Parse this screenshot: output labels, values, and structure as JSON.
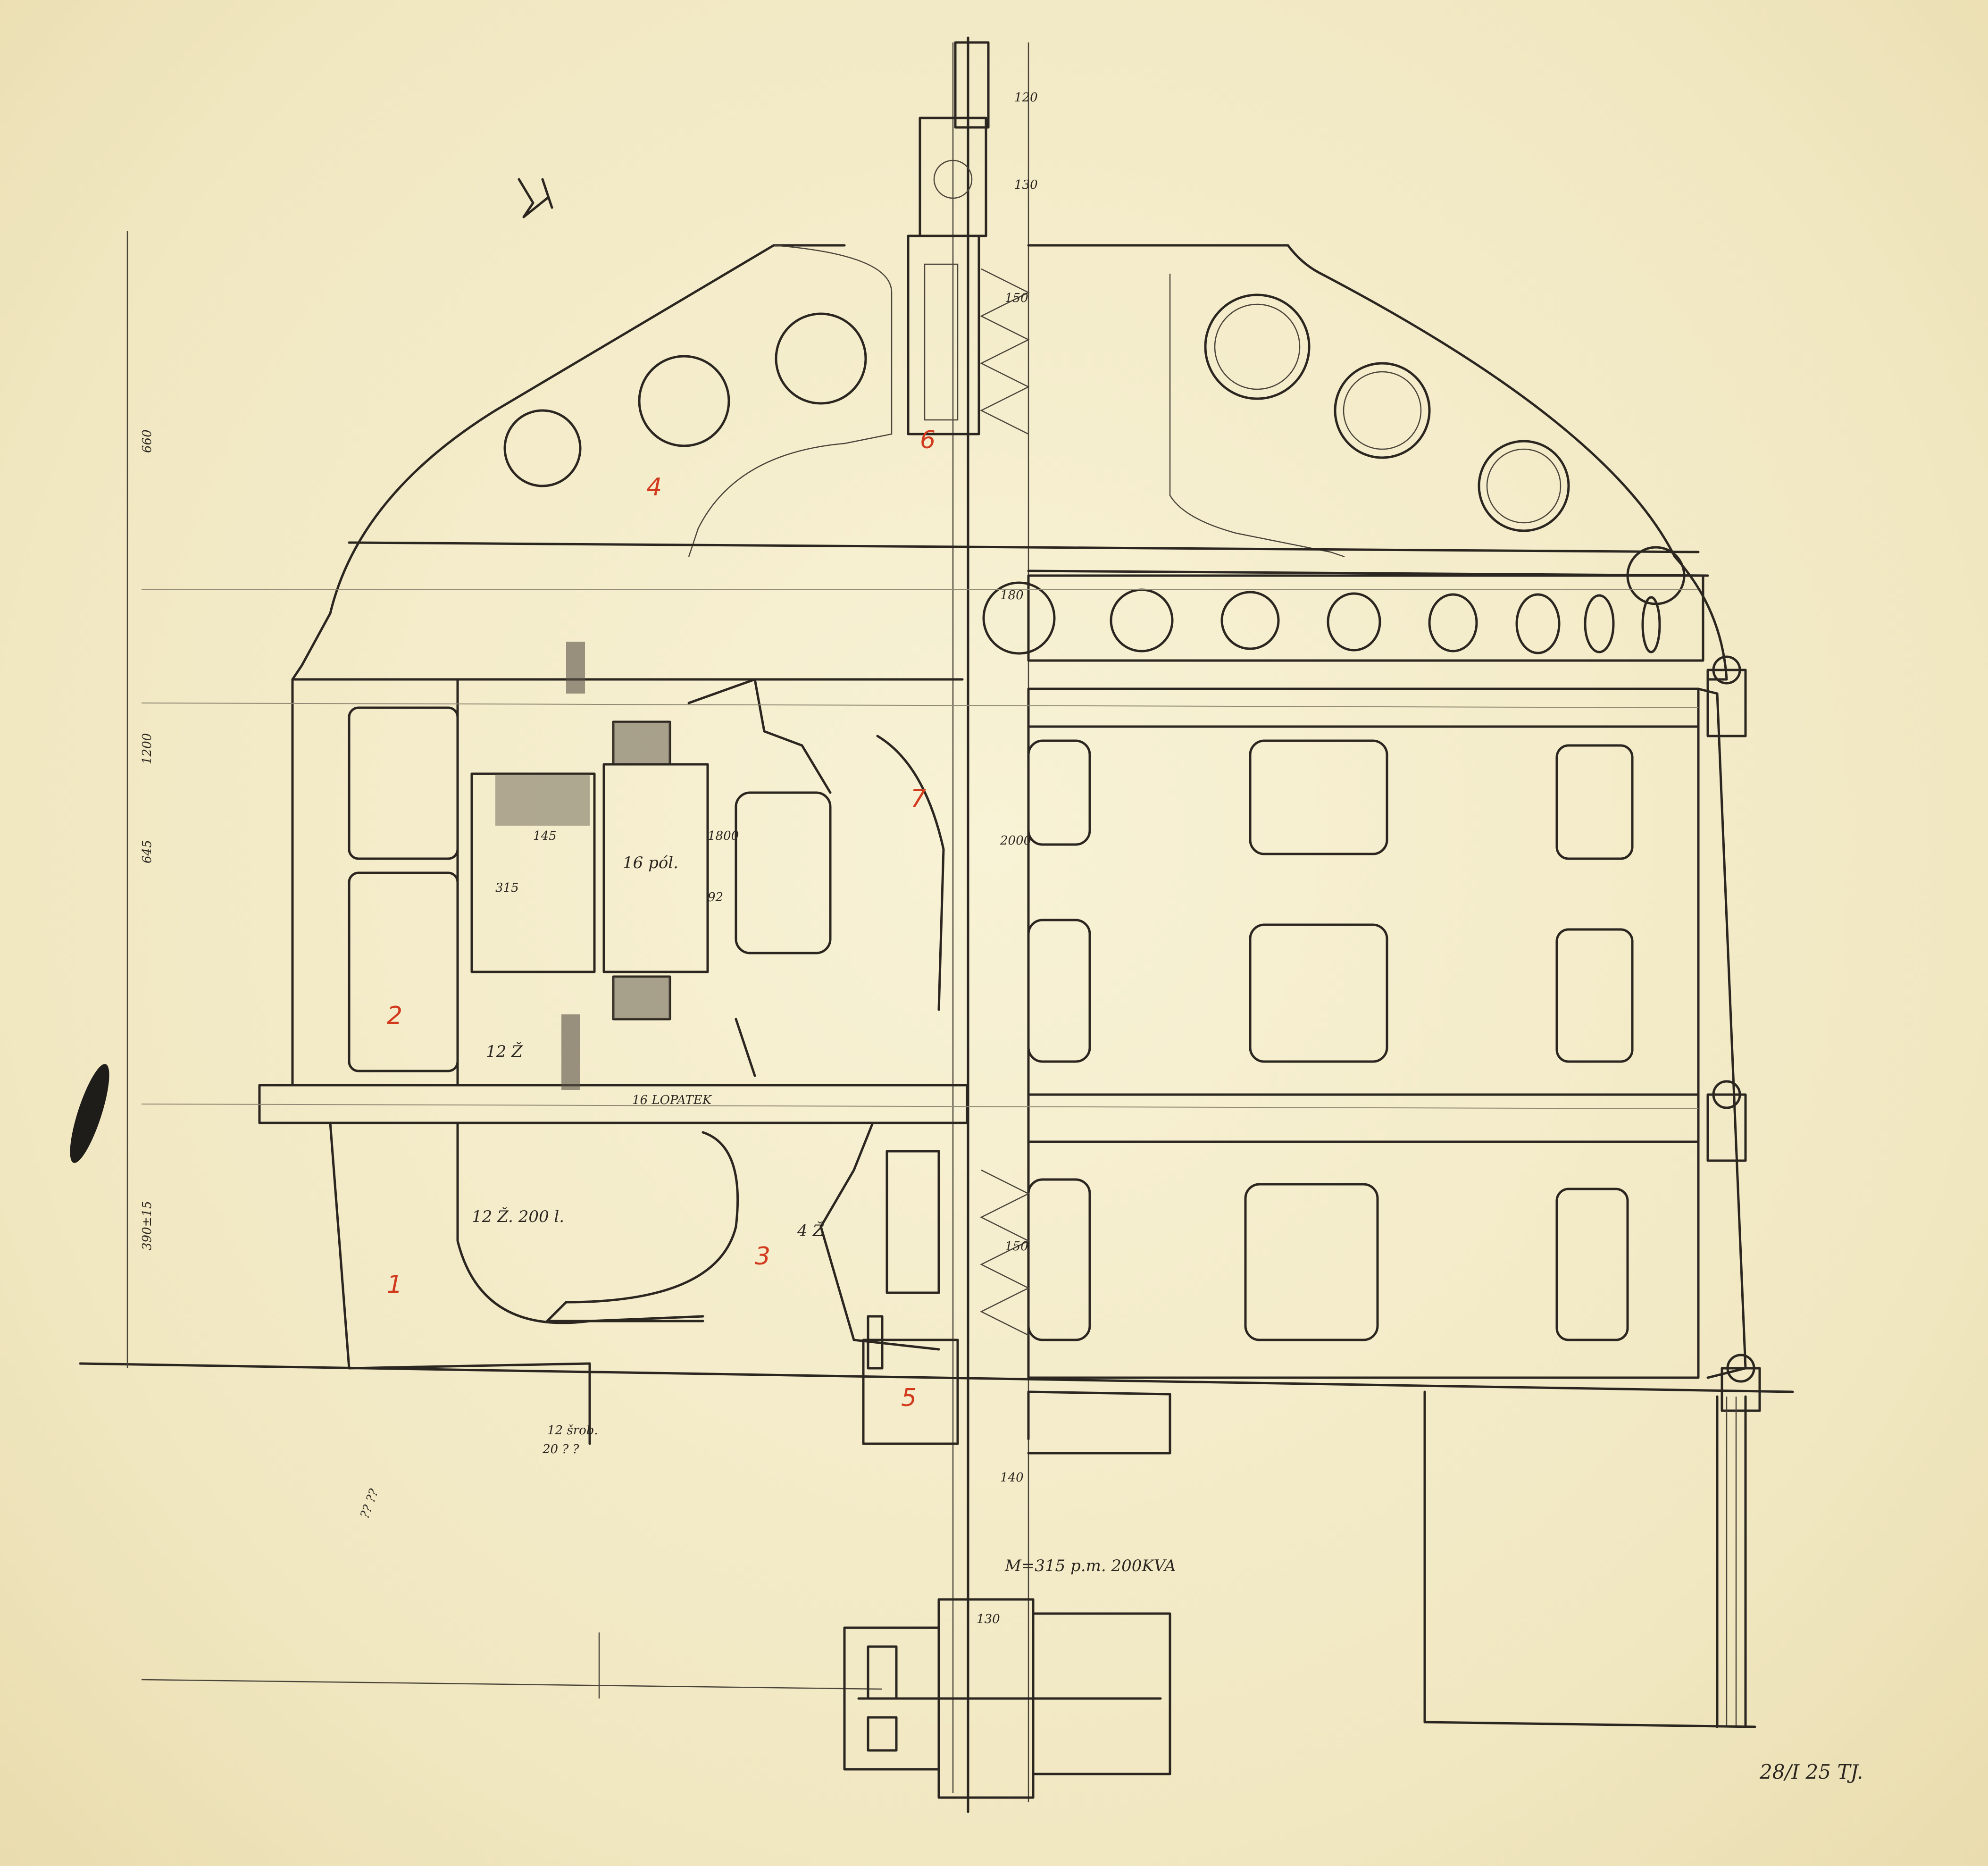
{
  "part_labels": [
    "1",
    "2",
    "3",
    "4",
    "5",
    "6",
    "7"
  ],
  "dimensions": {
    "d120": "120",
    "d130": "130",
    "d150_top": "150",
    "d180": "180",
    "d2000": "2000",
    "d1800": "1800",
    "d150_bot": "150",
    "d140": "140",
    "d145": "145",
    "d315": "315",
    "d92": "92",
    "d660": "660",
    "d1200": "1200",
    "d645": "645",
    "d390": "390±15"
  },
  "annotations": {
    "poles": "16 pól.",
    "slots_upper": "12 Ž",
    "slots_lower": "12 Ž. 200 l.",
    "blades": "16 LOPATEK",
    "item_4z": "4 Ž",
    "bolt_note": "12 šrob.",
    "bolt_note2": "20 ? ?",
    "small_note": "?? ??",
    "bottom_spec": "M=315 p.m. 200KVA",
    "signature_date": "28/I 25 TJ."
  },
  "colors": {
    "ink": "#2b2620",
    "red_labels": "#d23a1e",
    "paper": "#f3ecc9"
  }
}
